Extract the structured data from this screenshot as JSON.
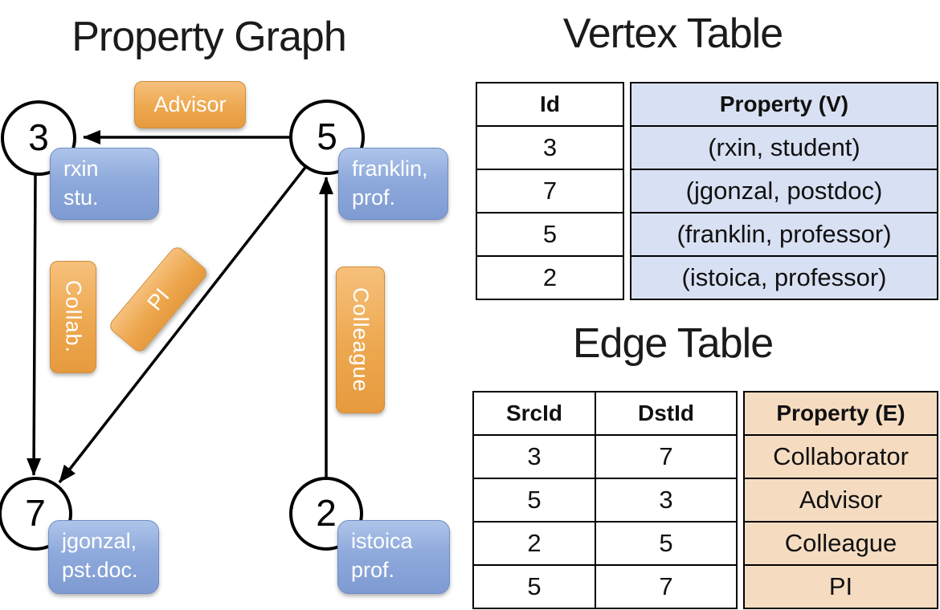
{
  "left": {
    "title": "Property Graph",
    "nodes": [
      {
        "id": "3"
      },
      {
        "id": "5"
      },
      {
        "id": "7"
      },
      {
        "id": "2"
      }
    ],
    "vertex_cards": [
      {
        "line1": "rxin",
        "line2": "stu."
      },
      {
        "line1": "franklin,",
        "line2": "prof."
      },
      {
        "line1": "jgonzal,",
        "line2": "pst.doc."
      },
      {
        "line1": "istoica",
        "line2": "prof."
      }
    ],
    "edge_labels": {
      "advisor": "Advisor",
      "collab": "Collab.",
      "pi": "PI",
      "colleague": "Colleague"
    },
    "edges": [
      {
        "src": "5",
        "dst": "3",
        "label": "Advisor"
      },
      {
        "src": "3",
        "dst": "7",
        "label": "Collab."
      },
      {
        "src": "5",
        "dst": "7",
        "label": "PI"
      },
      {
        "src": "2",
        "dst": "5",
        "label": "Colleague"
      }
    ]
  },
  "vertex_table": {
    "title": "Vertex Table",
    "headers": {
      "id": "Id",
      "property": "Property (V)"
    },
    "rows": [
      {
        "id": "3",
        "property": "(rxin, student)"
      },
      {
        "id": "7",
        "property": "(jgonzal, postdoc)"
      },
      {
        "id": "5",
        "property": "(franklin, professor)"
      },
      {
        "id": "2",
        "property": "(istoica, professor)"
      }
    ]
  },
  "edge_table": {
    "title": "Edge Table",
    "headers": {
      "src": "SrcId",
      "dst": "DstId",
      "property": "Property (E)"
    },
    "rows": [
      {
        "src": "3",
        "dst": "7",
        "property": "Collaborator"
      },
      {
        "src": "5",
        "dst": "3",
        "property": "Advisor"
      },
      {
        "src": "2",
        "dst": "5",
        "property": "Colleague"
      },
      {
        "src": "5",
        "dst": "7",
        "property": "PI"
      }
    ]
  },
  "colors": {
    "edge_label_orange": "#EDA84F",
    "vertex_card_blue": "#8EA9DB",
    "vertex_table_fill": "#D8E1F3",
    "edge_table_fill": "#F5DCC1",
    "line_black": "#000000"
  }
}
